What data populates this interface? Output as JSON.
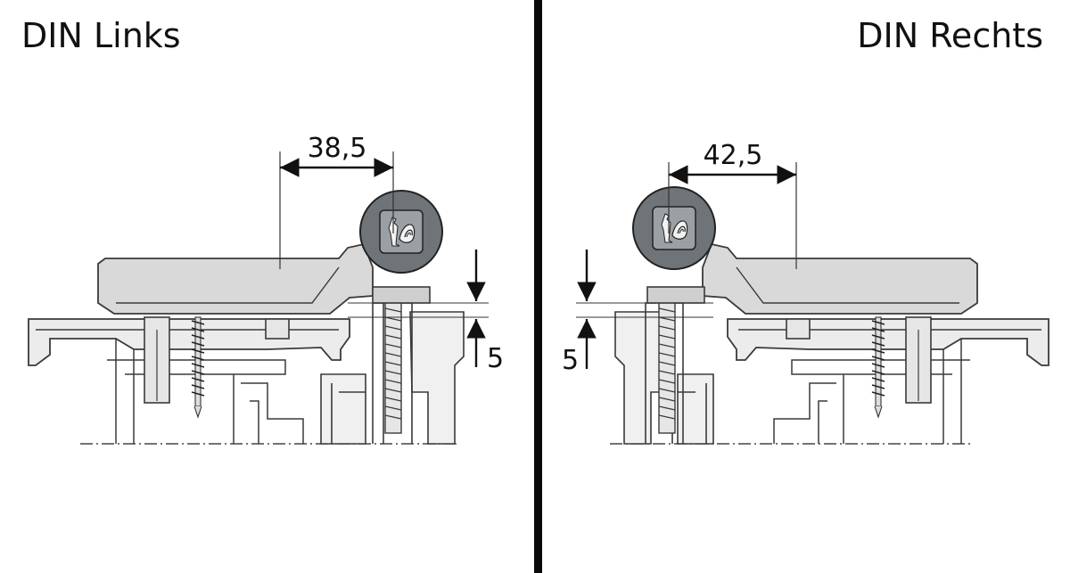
{
  "left_panel": {
    "title": "DIN Links",
    "width_dimension": "38,5",
    "height_dimension": "5"
  },
  "right_panel": {
    "title": "DIN Rechts",
    "width_dimension": "42,5",
    "height_dimension": "5"
  },
  "colors": {
    "outline": "#3a3a3a",
    "handle_fill": "#d9d9d9",
    "cylinder_fill": "#6f7478",
    "cylinder_face": "#9aa0a4",
    "divider": "#0a0a0a"
  },
  "icons": [
    "rooster-logo-icon",
    "screw-icon",
    "arrow-icon"
  ]
}
